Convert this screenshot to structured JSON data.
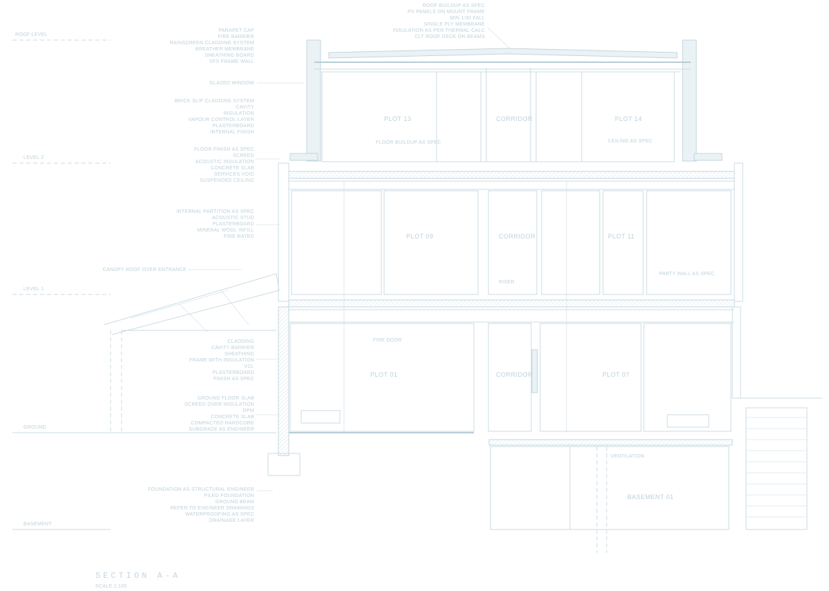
{
  "drawing": {
    "title": "SECTION A-A",
    "scale": "SCALE 1:100"
  },
  "levels": {
    "roof": "ROOF LEVEL",
    "level2": "LEVEL 2",
    "level1": "LEVEL 1",
    "ground": "GROUND",
    "basement": "BASEMENT"
  },
  "rooms": {
    "plot_13": "PLOT 13",
    "corridor_top": "CORRIDOR",
    "plot_14": "PLOT 14",
    "plot_09": "PLOT 09",
    "corridor_mid": "CORRIDOR",
    "plot_11": "PLOT 11",
    "plot_01": "PLOT 01",
    "corridor_low": "CORRIDOR",
    "plot_07": "PLOT 07",
    "basement_room": "BASEMENT 01"
  },
  "notes": {
    "top_center": [
      "ROOF BUILDUP AS SPEC",
      "PV PANELS ON MOUNT FRAME",
      "MIN 1:60 FALL",
      "SINGLE PLY MEMBRANE",
      "INSULATION AS PER THERMAL CALC",
      "CLT ROOF DECK ON BEAMS"
    ],
    "left_roof": [
      "PARAPET CAP",
      "FIRE BARRIER",
      "RAINSCREEN CLADDING SYSTEM",
      "BREATHER MEMBRANE",
      "SHEATHING BOARD",
      "SFS FRAME WALL"
    ],
    "left_window": "GLAZED WINDOW",
    "left_wall_2": [
      "BRICK SLIP CLADDING SYSTEM",
      "CAVITY",
      "INSULATION",
      "VAPOUR CONTROL LAYER",
      "PLASTERBOARD",
      "INTERNAL FINISH"
    ],
    "left_floor_1": [
      "FLOOR FINISH AS SPEC",
      "SCREED",
      "ACOUSTIC INSULATION",
      "CONCRETE SLAB",
      "SERVICES VOID",
      "SUSPENDED CEILING"
    ],
    "left_wall_mid": [
      "INTERNAL PARTITION AS SPEC",
      "ACOUSTIC STUD",
      "PLASTERBOARD",
      "MINERAL WOOL INFILL",
      "FIRE RATED"
    ],
    "left_canopy": "CANOPY ROOF OVER ENTRANCE",
    "left_wall_low": [
      "CLADDING",
      "CAVITY BARRIER",
      "SHEATHING",
      "FRAME WITH INSULATION",
      "VCL",
      "PLASTERBOARD",
      "FINISH AS SPEC"
    ],
    "left_ground": [
      "GROUND FLOOR SLAB",
      "SCREED OVER INSULATION",
      "DPM",
      "CONCRETE SLAB",
      "COMPACTED HARDCORE",
      "SUBGRADE AS ENGINEER"
    ],
    "left_foundation": [
      "FOUNDATION AS STRUCTURAL ENGINEER",
      "PILED FOUNDATION",
      "GROUND BEAM",
      "REFER TO ENGINEER DRAWINGS",
      "WATERPROOFING AS SPEC",
      "DRAINAGE LAYER"
    ],
    "room_notes": [
      "FLOOR BUILDUP AS SPEC",
      "CEILING AS SPEC",
      "PARTY WALL AS SPEC",
      "RISER",
      "FIRE DOOR",
      "VENTILATION"
    ]
  }
}
